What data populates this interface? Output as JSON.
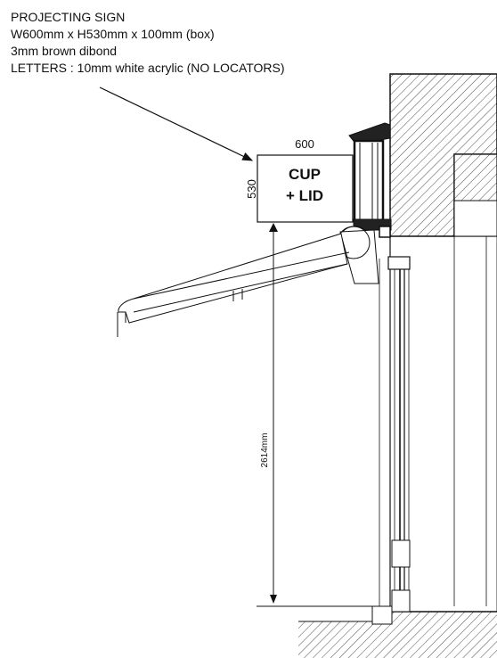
{
  "notes": {
    "line1": "PROJECTING SIGN",
    "line2": "W600mm x H530mm x 100mm (box)",
    "line3": "3mm brown dibond",
    "line4": "LETTERS : 10mm white acrylic (NO LOCATORS)"
  },
  "sign": {
    "line1": "CUP",
    "line2": "+ LID"
  },
  "dimensions": {
    "width": "600",
    "height": "530",
    "clearance": "2614mm"
  }
}
